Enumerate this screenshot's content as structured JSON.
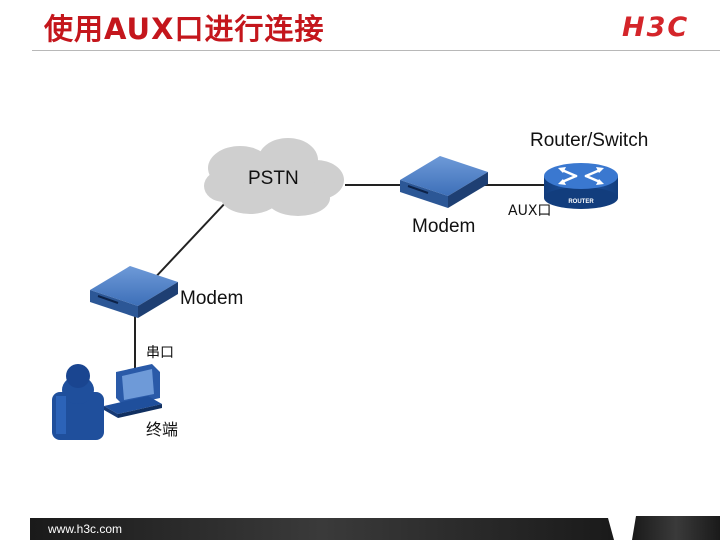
{
  "title": "使用AUX口进行连接",
  "logo": "H3C",
  "diagram": {
    "router_label": "Router/Switch",
    "router_badge": "ROUTER",
    "aux_port_label": "AUX口",
    "pstn_label": "PSTN",
    "modem_right_label": "Modem",
    "modem_left_label": "Modem",
    "serial_port_label": "串口",
    "terminal_label": "终端"
  },
  "footer": {
    "url": "www.h3c.com"
  },
  "colors": {
    "title": "#c4161c",
    "logo": "#d4252a",
    "router_blue": "#1f57a8",
    "modem_blue": "#3d6fb8",
    "cloud": "#cfcfcf",
    "footer_bar": "#111111"
  }
}
